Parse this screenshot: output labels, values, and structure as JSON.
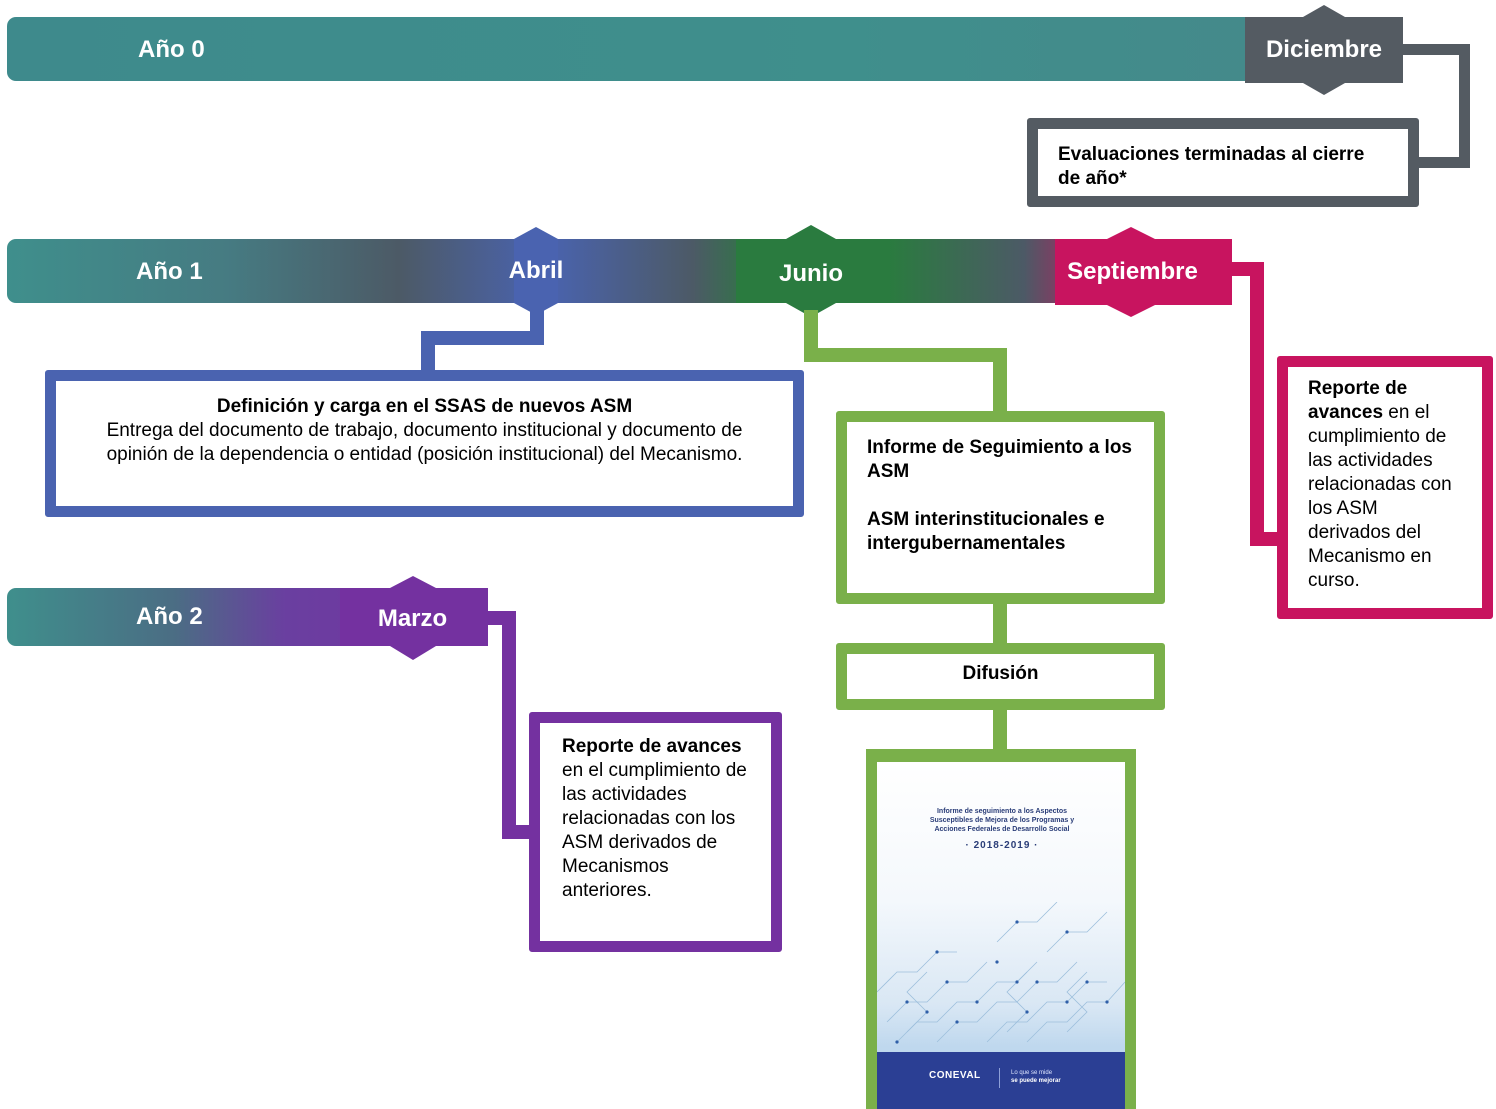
{
  "timeline": {
    "year0": {
      "label": "Año 0",
      "month": "Diciembre",
      "box_text": "Evaluaciones terminadas al cierre de año*"
    },
    "year1": {
      "label": "Año 1",
      "months": {
        "april": "Abril",
        "june": "Junio",
        "september": "Septiembre"
      },
      "april_box": {
        "title": "Definición y carga en el SSAS de nuevos ASM",
        "body": "Entrega del documento de trabajo, documento institucional y documento de opinión de la dependencia o entidad (posición institucional) del Mecanismo."
      },
      "june_box": {
        "line1": "Informe de Seguimiento a los ASM",
        "line2": "ASM interinstitucionales e intergubernamentales"
      },
      "june_diffusion": "Difusión",
      "september_box": {
        "bold": "Reporte de avances",
        "rest": " en el cumplimiento de las actividades relacionadas con los ASM derivados del Mecanismo en curso."
      }
    },
    "year2": {
      "label": "Año 2",
      "month": "Marzo",
      "box": {
        "bold": "Reporte de avances",
        "rest": " en el cumplimiento de las actividades relacionadas con los ASM derivados de Mecanismos anteriores."
      }
    }
  },
  "report_cover": {
    "title": "Informe de seguimiento a los Aspectos Susceptibles de Mejora de los Programas y Acciones Federales de Desarrollo Social",
    "years": "· 2018-2019 ·",
    "logo": "CONEVAL",
    "tagline_1": "Lo que se mide",
    "tagline_2": "se puede mejorar"
  },
  "colors": {
    "teal": "#3f8f8c",
    "slate": "#4c5a66",
    "blue": "#4a63b0",
    "green": "#7ab04a",
    "dark_green": "#2a7b3f",
    "magenta": "#c8145f",
    "purple": "#7431a0",
    "gray": "#545b62"
  }
}
